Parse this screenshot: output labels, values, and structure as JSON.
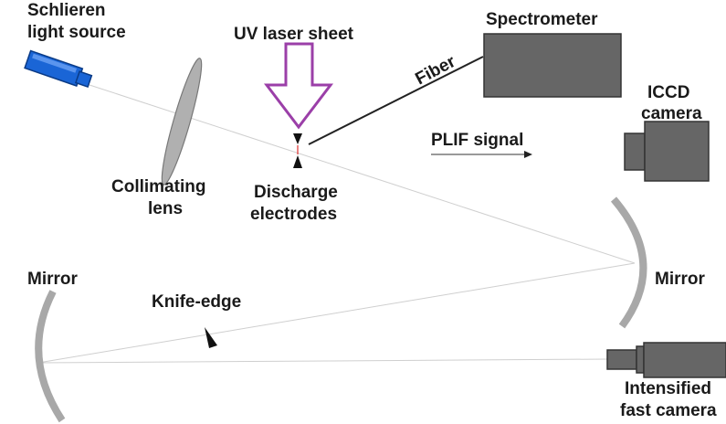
{
  "labels": {
    "schlieren_source_line1": "Schlieren",
    "schlieren_source_line2": "light source",
    "uv_laser_sheet": "UV laser sheet",
    "spectrometer": "Spectrometer",
    "fiber": "Fiber",
    "iccd_line1": "ICCD",
    "iccd_line2": "camera",
    "plif_signal": "PLIF signal",
    "collimating_line1": "Collimating",
    "collimating_line2": "lens",
    "discharge_line1": "Discharge",
    "discharge_line2": "electrodes",
    "mirror_left": "Mirror",
    "mirror_right": "Mirror",
    "knife_edge": "Knife-edge",
    "fast_camera_line1": "Intensified",
    "fast_camera_line2": "fast camera"
  },
  "colors": {
    "light_source_blue": "#1560c8",
    "laser_arrow": "#9b3fa8",
    "equipment_gray": "#666666",
    "optics_gray": "#a8a8a8",
    "beam_line": "#c8c8c8",
    "spark_red": "#e03030"
  }
}
